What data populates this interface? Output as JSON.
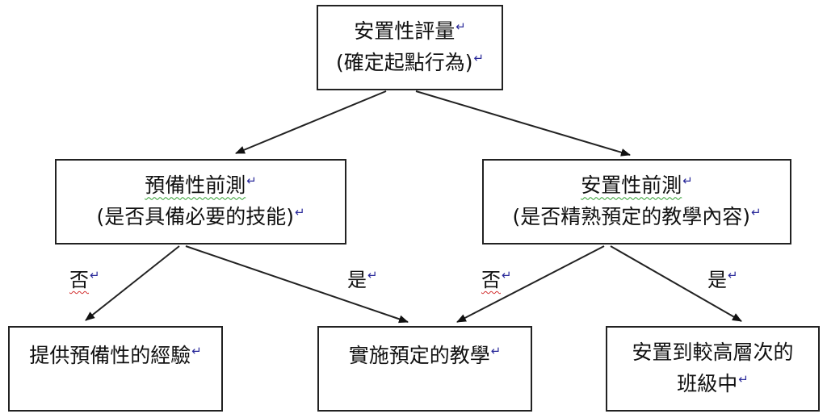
{
  "nodes": {
    "top": {
      "line1": "安置性評量",
      "line2": "(確定起點行為)"
    },
    "left": {
      "line1": "預備性前測",
      "line2": "(是否具備必要的技能)"
    },
    "right": {
      "line1": "安置性前測",
      "line2": "(是否精熟預定的教學內容)"
    },
    "bottom_left": {
      "line1": "提供預備性的經驗"
    },
    "bottom_middle": {
      "line1": "實施預定的教學"
    },
    "bottom_right": {
      "line1": "安置到較高層次的",
      "line2": "班級中"
    }
  },
  "edge_labels": {
    "left_no": "否",
    "left_yes": "是",
    "right_no": "否",
    "right_yes": "是"
  },
  "paragraph_mark": "↵",
  "colors": {
    "line": "#222222",
    "mark": "#2a2a9a",
    "spell_green": "#2e9e2e",
    "spell_red": "#d23030"
  }
}
